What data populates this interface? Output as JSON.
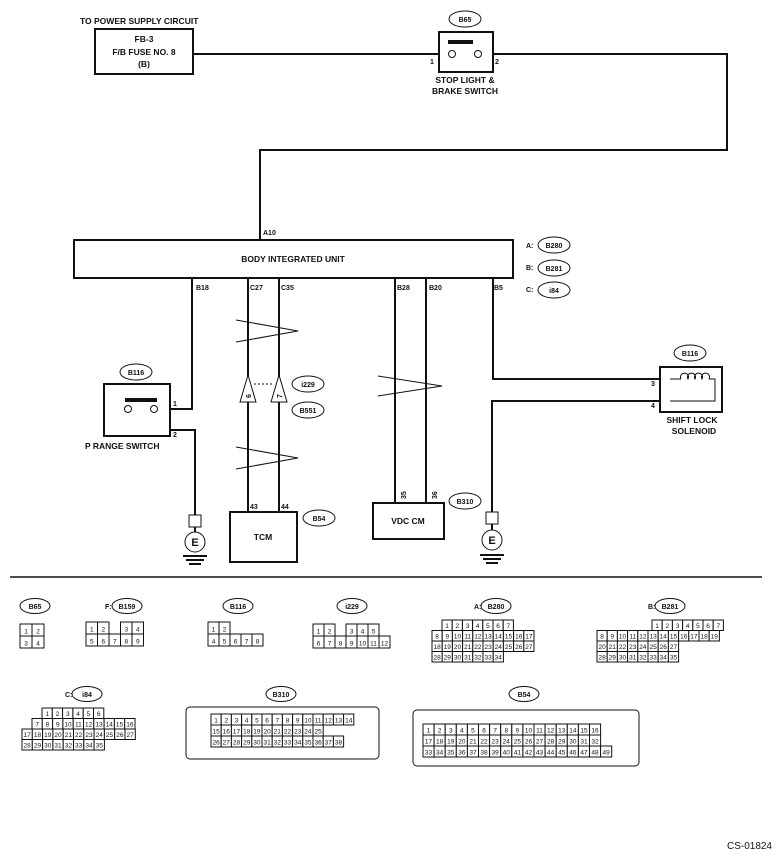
{
  "power_label": "TO POWER SUPPLY CIRCUIT",
  "fuse": {
    "line1": "FB-3",
    "line2": "F/B FUSE NO. 8",
    "line3": "(B)"
  },
  "stop_light": {
    "connector": "B65",
    "pin1": "1",
    "pin2": "2",
    "label1": "STOP LIGHT &",
    "label2": "BRAKE SWITCH"
  },
  "biu": {
    "label": "BODY INTEGRATED UNIT",
    "pin_top": "A10",
    "pins": {
      "b18": "B18",
      "c27": "C27",
      "c35": "C35",
      "b28": "B28",
      "b20": "B20",
      "b5": "B5"
    },
    "connectors": [
      {
        "letter": "A:",
        "code": "B280"
      },
      {
        "letter": "B:",
        "code": "B281"
      },
      {
        "letter": "C:",
        "code": "i84"
      }
    ]
  },
  "p_range": {
    "connector": "B116",
    "pin1": "1",
    "pin2": "2",
    "label": "P RANGE SWITCH"
  },
  "relay": {
    "conn1": "i229",
    "conn2": "B551",
    "pin6": "6",
    "pin7": "7"
  },
  "tcm": {
    "label": "TCM",
    "connector": "B54",
    "pin43": "43",
    "pin44": "44"
  },
  "vdc": {
    "label": "VDC CM",
    "connector": "B310",
    "pin35": "35",
    "pin36": "36"
  },
  "solenoid": {
    "connector": "B116",
    "pin3": "3",
    "pin4": "4",
    "label1": "SHIFT LOCK",
    "label2": "SOLENOID"
  },
  "ground": "E",
  "figure_code": "CS-01824",
  "connector_views": {
    "b65": {
      "label": "B65",
      "prefix": "",
      "rows": [
        [
          "1",
          "2"
        ],
        [
          "3",
          "4"
        ]
      ]
    },
    "b159": {
      "label": "B159",
      "prefix": "F:",
      "rows": [
        [
          "1",
          "2",
          "3",
          "4"
        ],
        [
          "5",
          "6",
          "7",
          "8",
          "9"
        ]
      ]
    },
    "b116": {
      "label": "B116",
      "prefix": "",
      "rows": [
        [
          "1",
          "2"
        ],
        [
          "4",
          "5",
          "6",
          "7",
          "8"
        ]
      ]
    },
    "i229": {
      "label": "i229",
      "prefix": "",
      "rows": [
        [
          "1",
          "2",
          "3",
          "4",
          "5"
        ],
        [
          "6",
          "7",
          "8",
          "9",
          "10",
          "11",
          "12"
        ]
      ]
    },
    "b280": {
      "label": "B280",
      "prefix": "A:",
      "rows": [
        [
          "1",
          "2",
          "3",
          "4",
          "5",
          "6",
          "7"
        ],
        [
          "8",
          "9",
          "10",
          "11",
          "12",
          "13",
          "14",
          "15",
          "16",
          "17"
        ],
        [
          "18",
          "19",
          "20",
          "21",
          "22",
          "23",
          "24",
          "25",
          "26",
          "27"
        ],
        [
          "28",
          "29",
          "30",
          "31",
          "32",
          "33",
          "34"
        ]
      ]
    },
    "b281": {
      "label": "B281",
      "prefix": "B:",
      "rows": [
        [
          "1",
          "2",
          "3",
          "4",
          "5",
          "6",
          "7"
        ],
        [
          "8",
          "9",
          "10",
          "11",
          "12",
          "13",
          "14",
          "15",
          "16",
          "17",
          "18",
          "19"
        ],
        [
          "20",
          "21",
          "22",
          "23",
          "24",
          "25",
          "26",
          "27"
        ],
        [
          "28",
          "29",
          "30",
          "31",
          "32",
          "33",
          "34",
          "35"
        ]
      ]
    },
    "i84": {
      "label": "i84",
      "prefix": "C:",
      "rows": [
        [
          "1",
          "2",
          "3",
          "4",
          "5",
          "6"
        ],
        [
          "7",
          "8",
          "9",
          "10",
          "11",
          "12",
          "13",
          "14",
          "15",
          "16"
        ],
        [
          "17",
          "18",
          "19",
          "20",
          "21",
          "22",
          "23",
          "24",
          "25",
          "26",
          "27"
        ],
        [
          "28",
          "29",
          "30",
          "31",
          "32",
          "33",
          "34",
          "35"
        ]
      ]
    },
    "b310": {
      "label": "B310",
      "prefix": "",
      "rows": [
        [
          "1",
          "2",
          "3",
          "4",
          "5",
          "6",
          "7",
          "8",
          "9",
          "10",
          "11",
          "12",
          "13",
          "14"
        ],
        [
          "15",
          "16",
          "17",
          "18",
          "19",
          "20",
          "21",
          "22",
          "23",
          "24",
          "25"
        ],
        [
          "26",
          "27",
          "28",
          "29",
          "30",
          "31",
          "32",
          "33",
          "34",
          "35",
          "36",
          "37",
          "38"
        ]
      ]
    },
    "b54": {
      "label": "B54",
      "prefix": "",
      "rows": [
        [
          "1",
          "2",
          "3",
          "4",
          "5",
          "6",
          "7",
          "8",
          "9",
          "10",
          "11",
          "12",
          "13",
          "14",
          "15",
          "16"
        ],
        [
          "17",
          "18",
          "19",
          "20",
          "21",
          "22",
          "23",
          "24",
          "25",
          "26",
          "27",
          "28",
          "29",
          "30",
          "31",
          "32"
        ],
        [
          "33",
          "34",
          "35",
          "36",
          "37",
          "38",
          "39",
          "40",
          "41",
          "42",
          "43",
          "44",
          "45",
          "46",
          "47",
          "48",
          "49"
        ]
      ]
    }
  }
}
